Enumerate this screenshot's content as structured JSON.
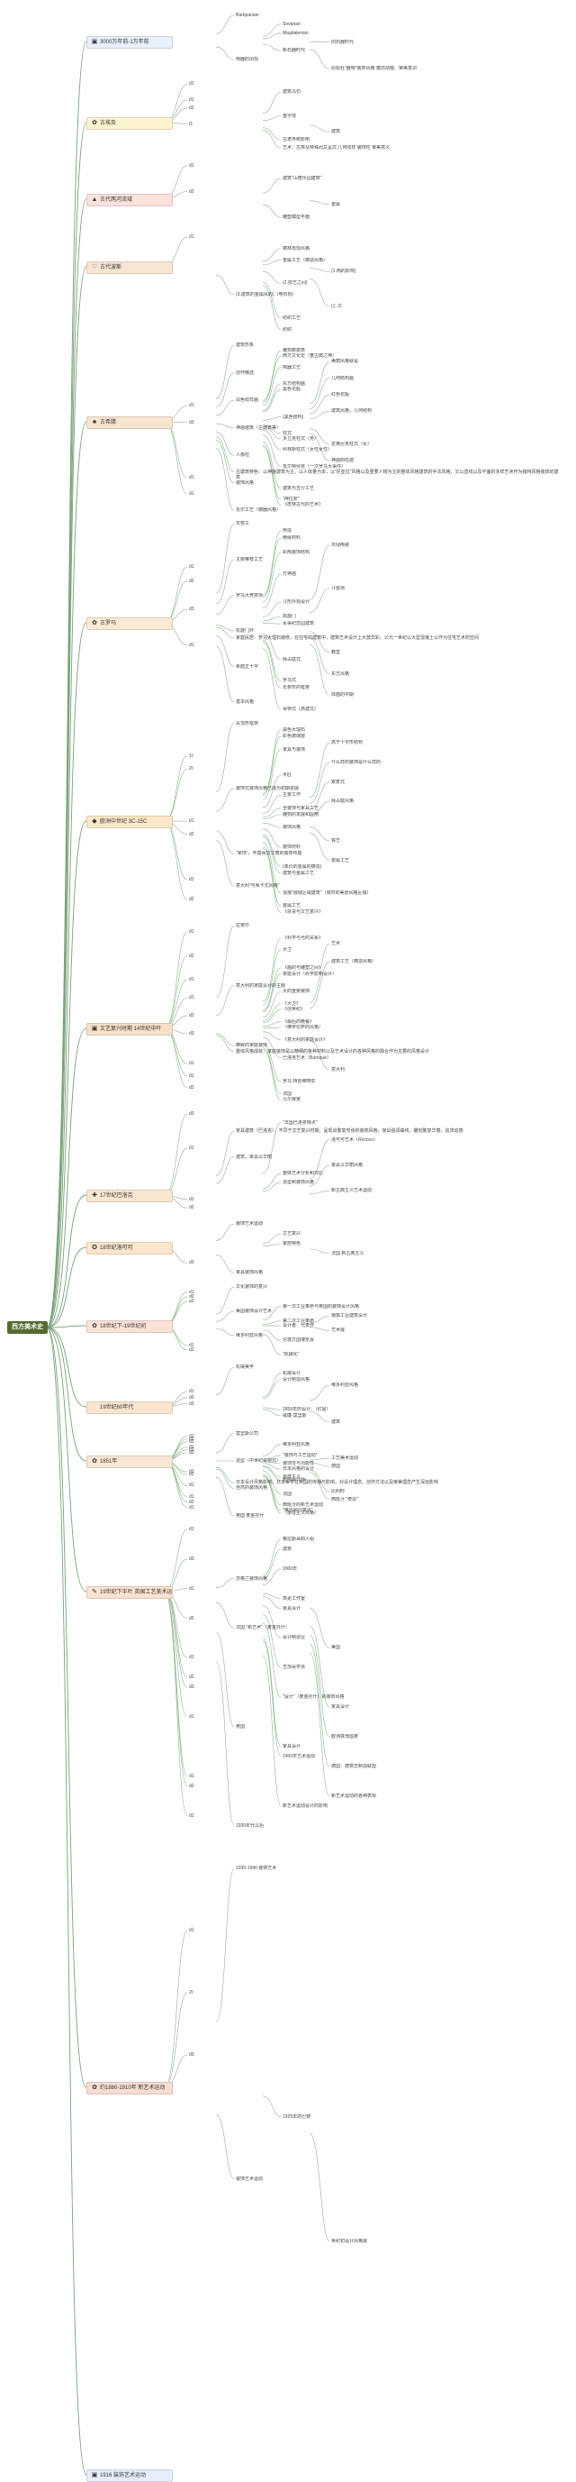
{
  "root": "西方美术史",
  "eras": [
    {
      "label": "3000万年前-1万年前",
      "icon": "▣",
      "bg": "#e8f0fb"
    },
    {
      "label": "古埃及",
      "icon": "✿",
      "bg": "#fdf3cf"
    },
    {
      "label": "古代两河流域",
      "icon": "▲",
      "bg": "#fbe2dc"
    },
    {
      "label": "古代波斯",
      "icon": "♡",
      "bg": "#f7e6d2"
    },
    {
      "label": "古希腊",
      "icon": "♣",
      "bg": "#f6e5cf"
    },
    {
      "label": "古罗马",
      "icon": "✿",
      "bg": "#fbe9d3"
    },
    {
      "label": "欧洲中世纪 3C-15C",
      "icon": "◆",
      "bg": "#fbe8c8"
    },
    {
      "label": "文艺复兴时期 14世纪中叶",
      "icon": "▣",
      "bg": "#f5e1c8"
    },
    {
      "label": "17世纪巴洛克",
      "icon": "✚",
      "bg": "#f9e7cf"
    },
    {
      "label": "18世纪洛可可",
      "icon": "✪",
      "bg": "#fbe6cd"
    },
    {
      "label": "18世纪下-19世纪初",
      "icon": "✿",
      "bg": "#fbe2d6"
    },
    {
      "label": "19世纪60年代",
      "icon": "",
      "bg": "#fbe5cf"
    },
    {
      "label": "1851年",
      "icon": "✿",
      "bg": "#f8e6d6"
    },
    {
      "label": "19世纪下半叶 英国工艺美术运动",
      "icon": "✎",
      "bg": "#fbe3cf"
    },
    {
      "label": "约1880-1910年 新艺术运动",
      "icon": "✿",
      "bg": "#f8ddd2"
    },
    {
      "label": "1916 装饰艺术运动",
      "icon": "▣",
      "bg": "#e6eefb"
    }
  ],
  "labels": [
    "Barbpanian",
    "Sovarian",
    "Magdalenian",
    "旧石器时代",
    "新石器时代",
    "陶器的出现",
    "原始社\"器物\"装饰风格 模仿动植、审美意识",
    "d1",
    "建筑马石",
    "d1",
    "d2",
    "金字塔",
    "t1",
    "建筑",
    "古老传统影响",
    "艺术：古埃及特殊而又呈式 几何纹样 装饰性 审美意义",
    "d1",
    "建筑\"山楂乐园建筑\"",
    "d2",
    "金属",
    "雕塑模型平面",
    "d1",
    "铸林再现风格",
    "金属工艺（铸造风格）",
    "(1.陶的影响)",
    "(2.技艺之间)",
    "(3.建筑的金属风的)（电石刻）",
    "(1. 2)",
    "纺织工艺",
    "纺织",
    "建筑形象",
    "雕刻数据表",
    "西方文化史（宽古典之神）",
    "美丽风格就是",
    "陶器工艺",
    "创作精选",
    "几何结构画",
    "东方结构画",
    "黑色花瓶",
    "红色花瓶",
    "白色纹样画",
    "d1",
    "建筑风格，几何结构",
    "(黑色结构)",
    "d3",
    "神庙建筑（古建筑等）",
    "柱式",
    "多立克柱式（男）",
    "爱奥尼克柱式（女）",
    "科林斯柱式（女性女性）",
    "人像柱",
    "神庙四柱建",
    "瓦尔特伏克（一次罗马大事件）",
    "古建筑特色：以神庙建筑为主，以人体量为本，以\"尼亚拉\"风格以及重要人物为主的整体风格建筑的手法风格，又以直线以及平面的多样艺术作为独特风格装饰的建筑",
    "d1",
    "装饰风格",
    "建筑与五行工艺",
    "d1",
    "\"神拉安\"",
    "《皮特古代的艺术》",
    "瓦尔工艺（铸器风格）",
    "灰窑工",
    "辨造",
    "绝缘材料",
    "灰绿陶瓷",
    "彩陶装饰结构",
    "主要推荐工艺",
    "d1",
    "万神庙",
    "d2",
    "斗兽场",
    "罗马大竞技场",
    "斗形外观设计",
    "d3",
    "凯旋门",
    "军事纪念园建筑",
    "凯旋门外",
    "家庭民居：罗马大理石装修，在住宅的建筑中，建筑艺术设计上大放异彩。公元一世纪以大型混凝土以作为住宅艺术的空间",
    "d1",
    "教堂",
    "拜占庭式",
    "希腊正十字",
    "东方风格",
    "罗马式",
    "长条形的框架",
    "体面的中期",
    "基本风格",
    "哥特式（高建式）",
    "尖顶形框架",
    "黑色大理石",
    "彩色玻璃窗",
    "高于十字形结构",
    "家具与装饰",
    "1t",
    "什么样的装饰是什么样的",
    "2t",
    "木匠",
    "繁复式",
    "装饰式装饰风格已成为初期进展",
    "主要工作",
    "拜占庭风格",
    "全装饰与家具工艺",
    "雕刻的发展和应用",
    "d1",
    "装饰风格",
    "d2",
    "铁艺",
    "装饰材料",
    "\"家饰\"，丰富而又华丽的装饰布置",
    "金属工艺",
    "(单价的金属的铸造)",
    "建筑与金属工艺",
    "d1",
    "意大利\"与希卡式风格\"",
    "混凝\"城城区域建筑\"（城市的美景风格区域）",
    "d2",
    "金属工艺",
    "《杂货与文艺复兴》",
    "拉斐尔",
    "d1",
    "《科学与光的关系》",
    "艺术",
    "大卫",
    "d2",
    "建筑工艺（铸造风格）",
    "《画的与雕塑之间》",
    "家庭设计（科学影响设计）",
    "d1",
    "意大利的家庭设计的主题",
    "大的重要装饰",
    "d1",
    "《大卫》",
    "《创世纪》",
    "d2",
    "《最后的晚餐》",
    "（佛罗伦萨的风格）",
    "d3",
    "《意大利的家庭设计》",
    "精致的家庭装饰",
    "整体风格成就：家庭装饰是以精细的各种材料以及艺术设计的各种风格的融合作为主要的风格设计",
    "巴洛克艺术（Baroque）",
    "d1",
    "意大利",
    "d1",
    "罗马 特雷维喷泉",
    "d2",
    "法国",
    "凡尔赛宫",
    "d3",
    "\"法国巴洛克特点\"",
    "家具建筑（巴洛克）：不同于文艺复兴时期，呈现出繁复夸张的装饰风格，家具强调曲线，雕刻繁复华丽，追求动感",
    "洛可可艺术（Rococo）",
    "d1",
    "建筑，家具以华丽",
    "家具以华丽风格",
    "整体艺术分析和对比",
    "造型和装饰风格",
    "新古典主义艺术运动",
    "d1",
    "d2",
    "装饰艺术运动",
    "文艺复兴",
    "家居特色",
    "法国 新古典主义",
    "d3",
    "家具装饰风格",
    "文化装饰的复兴",
    "d1",
    "d2",
    "a2",
    "第一次工业革命与英国的装饰设计风格",
    "美国装饰设计艺术",
    "钢铁工业建筑设计",
    "第二次工业革命",
    "设计者：代表作",
    "艺术展",
    "维多利亚风格",
    "伦敦万国博览会",
    "d1",
    "d2",
    "\"机械化\"",
    "机械美学",
    "机械设计",
    "设计制造风格",
    "维多利亚风格",
    "d1",
    "d2",
    "d3",
    "1859年的设计：（红屋）",
    "威廉·莫里斯",
    "建筑",
    "莫里斯公司",
    "d1",
    "d2",
    "d3",
    "维多利亚风格",
    "d1",
    "d2",
    "d3",
    "\"装饰与工艺运动\"",
    "工艺美术运动",
    "造型（中世纪哥特式）",
    "装饰性与功能性",
    "德国",
    "日本风格的设计",
    "d1",
    "d2",
    "自然主义",
    "影响设计师",
    "日本设计风格影响，日本美学在英国的传播与影响，对设计理念、创作方法以及审美理念产生深远影响",
    "d1",
    "自然的装饰风格",
    "比利时",
    "法国",
    "d1",
    "西班牙 \"奇思\"",
    "d2",
    "西班牙的新艺术运动",
    "d1",
    "\"维也纳分离派\"",
    "（象征主义风格）",
    "英国 麦金托什",
    "d1",
    "格拉斯哥四人组",
    "建筑",
    "d3",
    "1900年",
    "苏格兰装饰风格",
    "d1",
    "高更工作室",
    "家具设计",
    "d2",
    "法国 \"新艺术\"（麦金托什）",
    "设计制造业",
    "美国",
    "d1",
    "芝加哥学派",
    "d2",
    "d3",
    "\"设计\"（麦金托什）的装饰风格",
    "家具设计",
    "d1",
    "英国",
    "欧洲其他国家",
    "家具设计",
    "1900年艺术运动",
    "德国：德意志制造联盟",
    "d1",
    "d2",
    "新艺术运动的各种表现",
    "新艺术运动设计的影响",
    "d1",
    "1930年代以后",
    "1935-1940 装饰艺术",
    "d1",
    "2t",
    "d3",
    "1925年的巴黎",
    "装饰艺术运动",
    "世纪初设计风格展"
  ]
}
